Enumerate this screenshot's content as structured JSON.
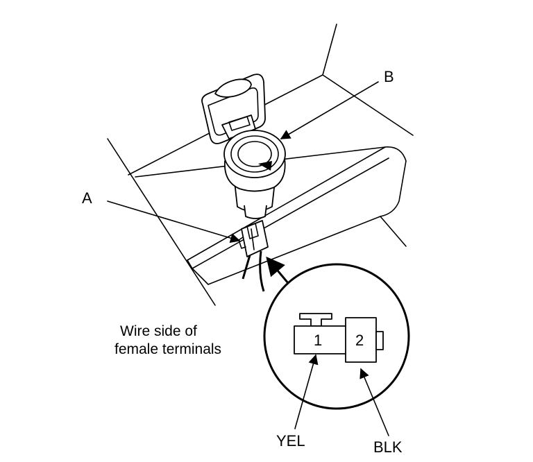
{
  "callouts": {
    "a": "A",
    "b": "B"
  },
  "caption": {
    "line1": "Wire side of",
    "line2": "female terminals"
  },
  "connector": {
    "pin1": "1",
    "pin2": "2"
  },
  "wires": {
    "pin1_color": "YEL",
    "pin2_color": "BLK"
  }
}
